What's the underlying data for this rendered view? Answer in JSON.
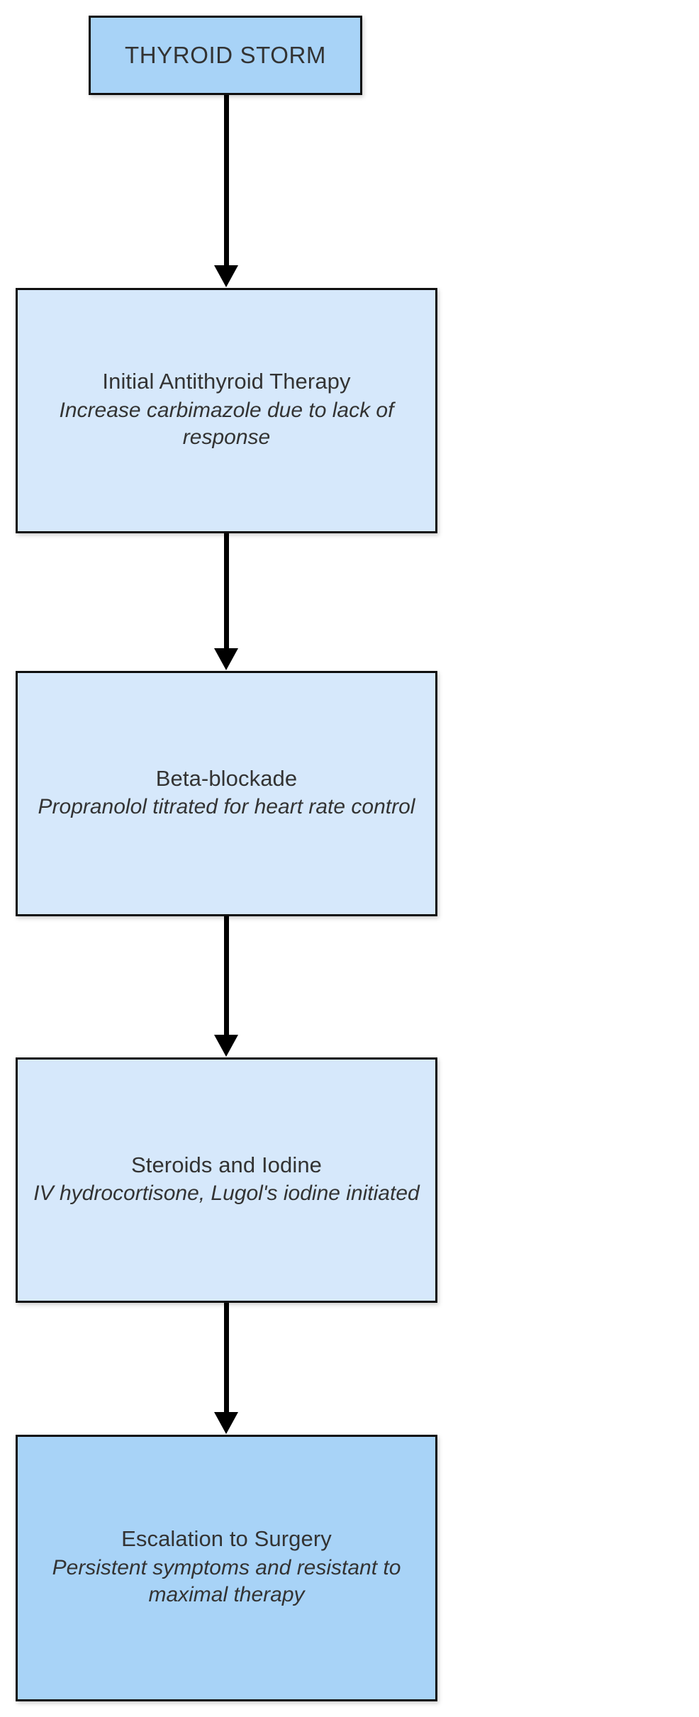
{
  "diagram": {
    "type": "flowchart",
    "orientation": "top-to-bottom",
    "background_color": "#ffffff",
    "border_color": "#0f0f0f",
    "text_color": "#333333",
    "arrow_color": "#000000",
    "fill_primary": "#a8d3f7",
    "fill_secondary": "#d6e8fb",
    "nodes": [
      {
        "id": "thyroid-storm",
        "title": "THYROID STORM",
        "subtitle": "",
        "fill": "#a8d3f7"
      },
      {
        "id": "initial-antithyroid-therapy",
        "title": "Initial Antithyroid Therapy",
        "subtitle": "Increase carbimazole due to lack of response",
        "fill": "#d6e8fb"
      },
      {
        "id": "beta-blockade",
        "title": "Beta-blockade",
        "subtitle": "Propranolol titrated for heart rate control",
        "fill": "#d6e8fb"
      },
      {
        "id": "steroids-and-iodine",
        "title": "Steroids and Iodine",
        "subtitle": "IV hydrocortisone, Lugol's iodine initiated",
        "fill": "#d6e8fb"
      },
      {
        "id": "escalation-to-surgery",
        "title": "Escalation to Surgery",
        "subtitle": "Persistent symptoms and resistant to maximal therapy",
        "fill": "#a8d3f7"
      }
    ],
    "connectors": [
      {
        "id": "arrow-1",
        "from": "thyroid-storm",
        "to": "initial-antithyroid-therapy",
        "label": ""
      },
      {
        "id": "arrow-2",
        "from": "initial-antithyroid-therapy",
        "to": "beta-blockade",
        "label": ""
      },
      {
        "id": "arrow-3",
        "from": "beta-blockade",
        "to": "steroids-and-iodine",
        "label": ""
      },
      {
        "id": "arrow-4",
        "from": "steroids-and-iodine",
        "to": "escalation-to-surgery",
        "label": ""
      }
    ]
  }
}
